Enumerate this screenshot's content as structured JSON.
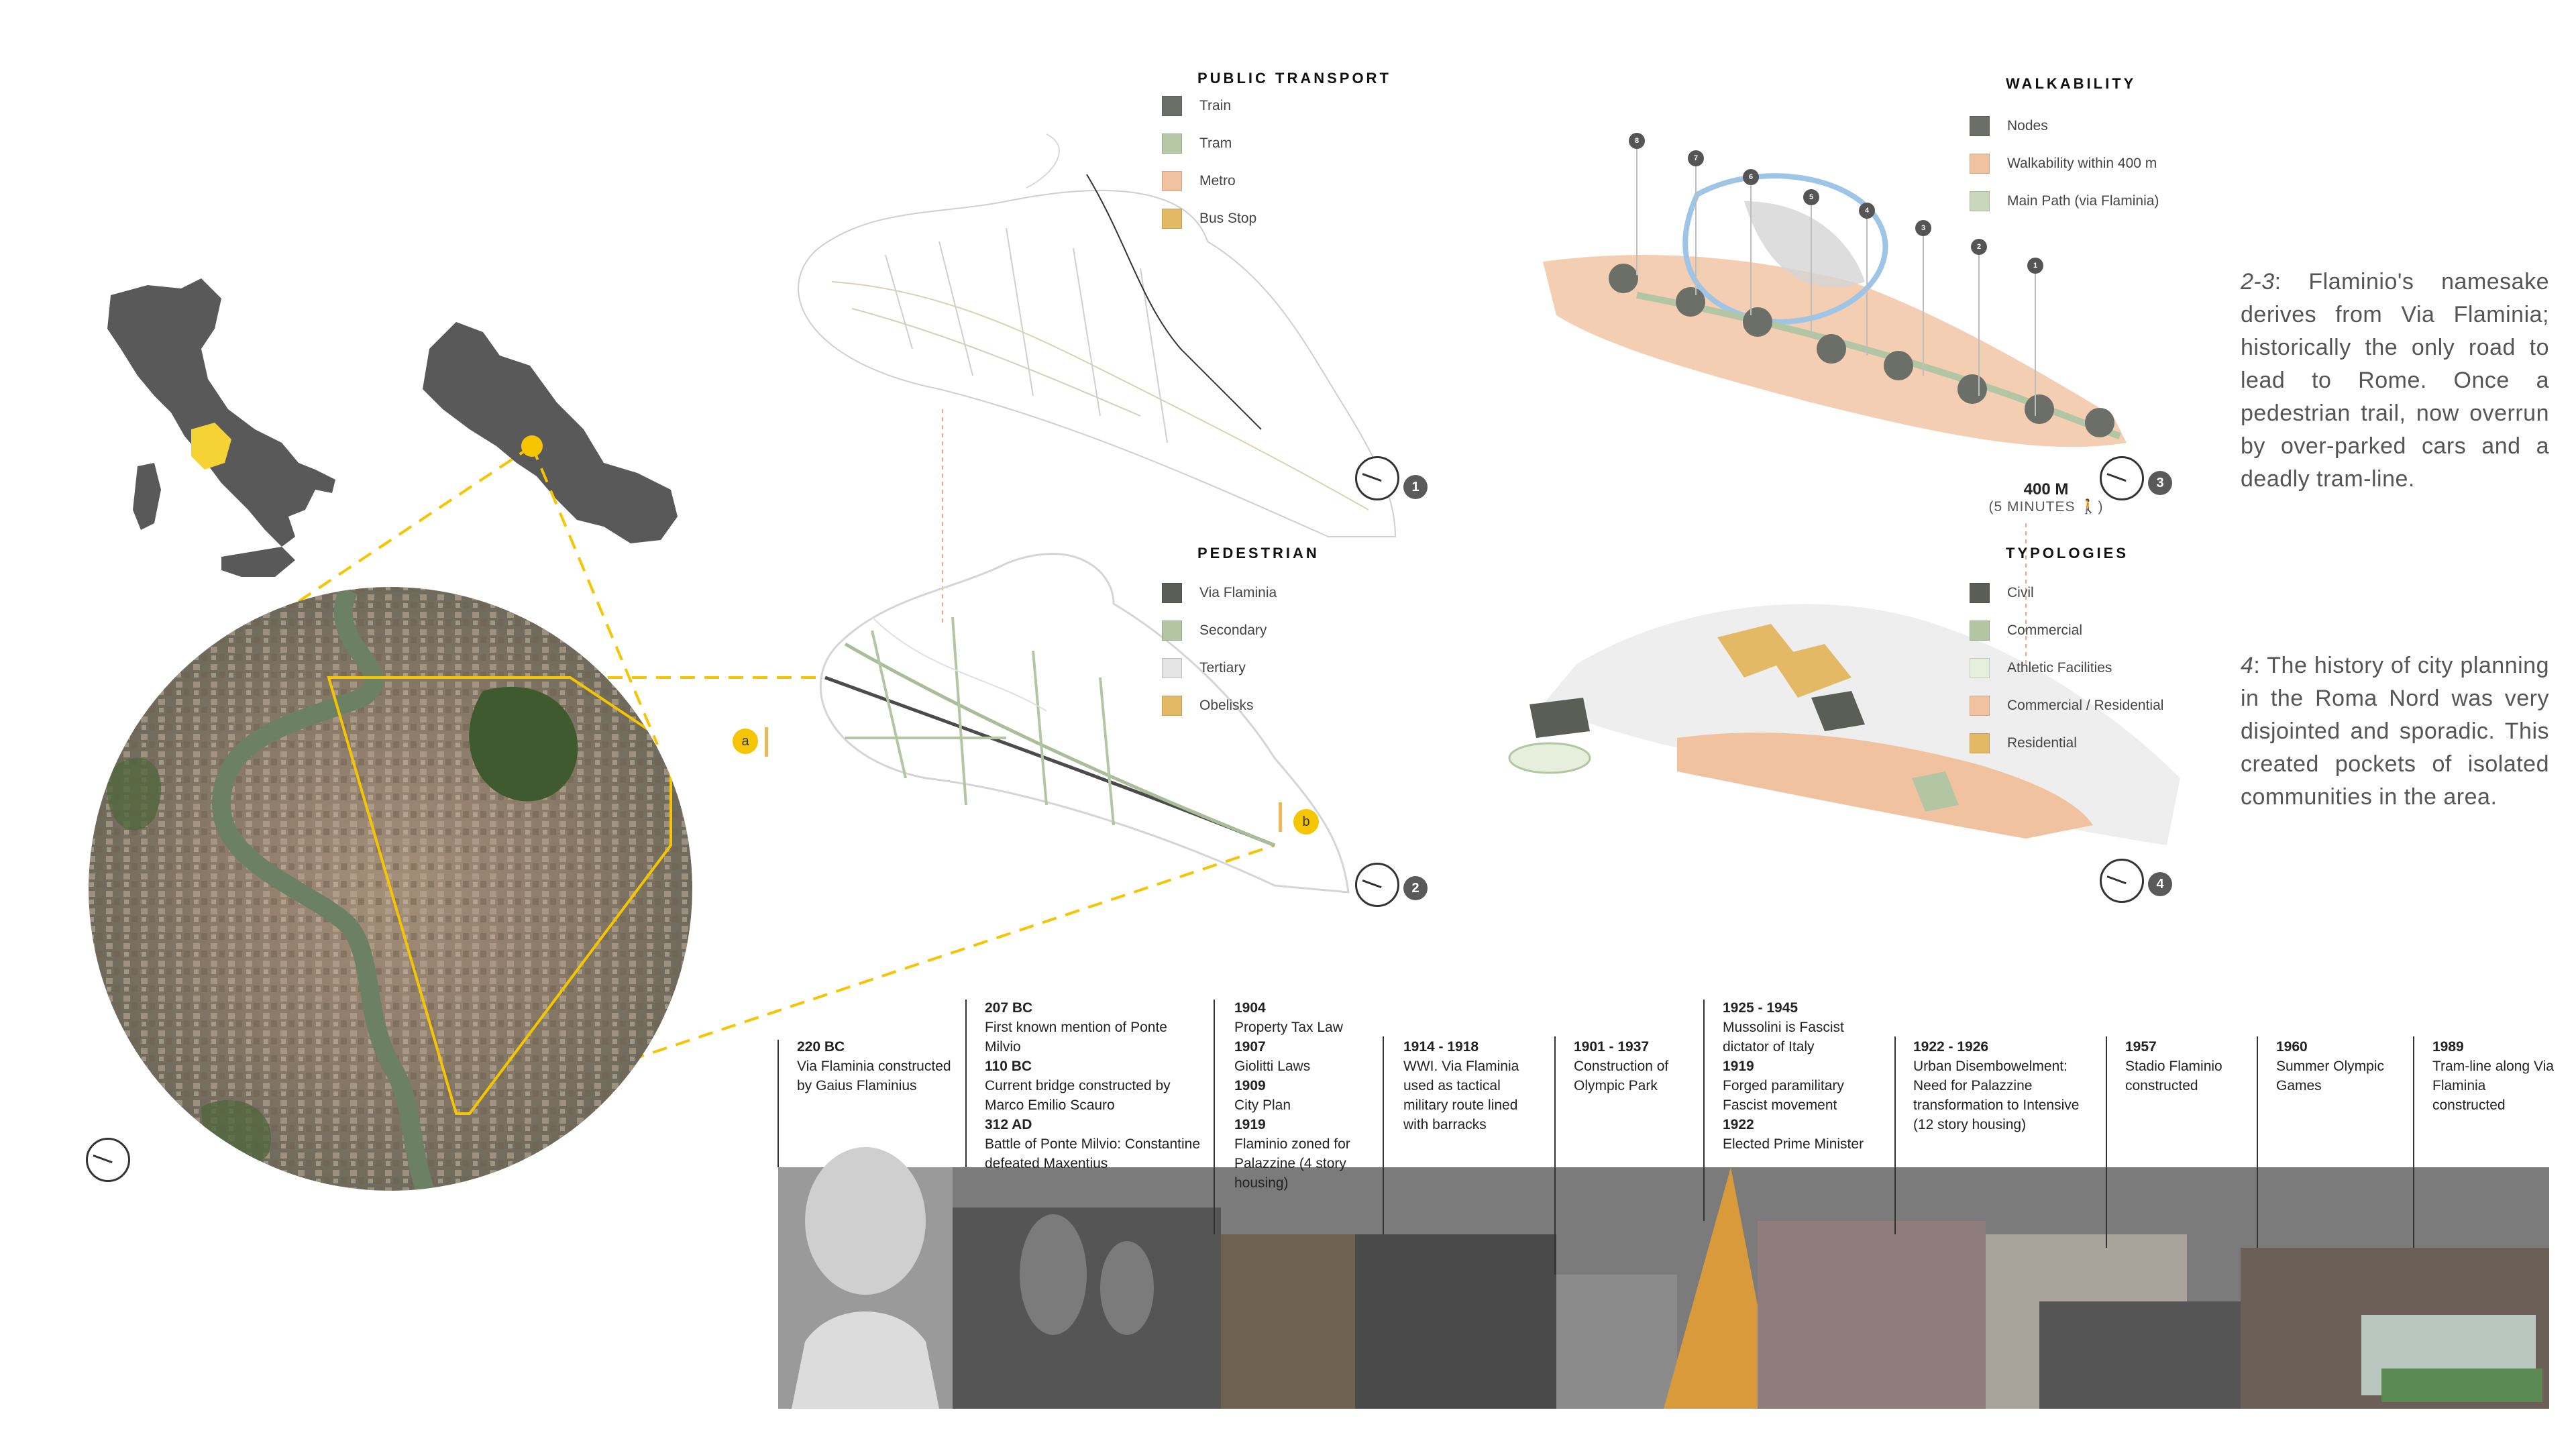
{
  "legends": {
    "public_transport": {
      "title": "PUBLIC TRANSPORT",
      "items": [
        {
          "label": "Train",
          "color": "#6b6f68"
        },
        {
          "label": "Tram",
          "color": "#b5c9a6"
        },
        {
          "label": "Metro",
          "color": "#f1c2a0"
        },
        {
          "label": "Bus Stop",
          "color": "#e3b965"
        }
      ]
    },
    "pedestrian": {
      "title": "PEDESTRIAN",
      "items": [
        {
          "label": "Via Flaminia",
          "color": "#5b5e57"
        },
        {
          "label": "Secondary",
          "color": "#b3c6a3"
        },
        {
          "label": "Tertiary",
          "color": "#e4e4e4"
        },
        {
          "label": "Obelisks",
          "color": "#e3b965"
        }
      ]
    },
    "walkability": {
      "title": "WALKABILITY",
      "items": [
        {
          "label": "Nodes",
          "color": "#6b6f68"
        },
        {
          "label": "Walkability within 400 m",
          "color": "#f1c2a0"
        },
        {
          "label": "Main Path (via Flaminia)",
          "color": "#c9d8bd"
        }
      ]
    },
    "typologies": {
      "title": "TYPOLOGIES",
      "items": [
        {
          "label": "Civil",
          "color": "#5b5e57"
        },
        {
          "label": "Commercial",
          "color": "#b3c6a3"
        },
        {
          "label": "Athletic Facilities",
          "color": "#e6efdc"
        },
        {
          "label": "Commercial / Residential",
          "color": "#f1c2a0"
        },
        {
          "label": "Residential",
          "color": "#e3b965"
        }
      ]
    }
  },
  "scale_numbers": [
    "1",
    "2",
    "3",
    "4"
  ],
  "callouts": {
    "a": "a",
    "b": "b"
  },
  "walk_distance": {
    "value": "400 M",
    "time": "(5 MINUTES"
  },
  "node_numbers": [
    "8",
    "7",
    "6",
    "5",
    "4",
    "3",
    "2",
    "1"
  ],
  "paragraphs": {
    "p1": {
      "lead": "2-3",
      "text": ": Flaminio's namesake derives from Via Flaminia; historically the only road to lead to Rome. Once a pedestrian trail, now overrun by over-parked cars and a deadly tram-line."
    },
    "p2": {
      "lead": "4",
      "text": ": The history of city planning in the Roma Nord was very disjointed and sporadic.  This created pockets of isolated communities in the area."
    }
  },
  "timeline": [
    {
      "entries": [
        {
          "year": "220 BC",
          "text": "Via Flaminia constructed by Gaius Flaminius"
        }
      ]
    },
    {
      "entries": [
        {
          "year": "207 BC",
          "text": "First known mention of Ponte Milvio"
        },
        {
          "year": "110 BC",
          "text": "Current bridge constructed by Marco Emilio Scauro"
        },
        {
          "year": "312 AD",
          "text": "Battle of Ponte Milvio: Constantine defeated Maxentius"
        }
      ]
    },
    {
      "entries": [
        {
          "year": "1904",
          "text": "Property Tax Law"
        },
        {
          "year": "1907",
          "text": "Giolitti Laws"
        },
        {
          "year": "1909",
          "text": "City Plan"
        },
        {
          "year": "1919",
          "text": "Flaminio zoned for Palazzine (4 story housing)"
        }
      ]
    },
    {
      "entries": [
        {
          "year": "1914 - 1918",
          "text": "WWI. Via Flaminia used as tactical military route lined with barracks"
        }
      ]
    },
    {
      "entries": [
        {
          "year": "1901 - 1937",
          "text": "Construction of Olympic Park"
        }
      ]
    },
    {
      "entries": [
        {
          "year": "1925 - 1945",
          "text": "Mussolini is Fascist dictator of Italy"
        },
        {
          "year": "1919",
          "text": "Forged paramilitary Fascist movement"
        },
        {
          "year": "1922",
          "text": "Elected Prime Minister"
        }
      ]
    },
    {
      "entries": [
        {
          "year": "1922 - 1926",
          "text": "Urban Disembowelment: Need for Palazzine transformation to Intensive (12 story housing)"
        }
      ]
    },
    {
      "entries": [
        {
          "year": "1957",
          "text": "Stadio Flaminio constructed"
        }
      ]
    },
    {
      "entries": [
        {
          "year": "1960",
          "text": "Summer Olympic Games"
        }
      ]
    },
    {
      "entries": [
        {
          "year": "1989",
          "text": "Tram-line along Via Flaminia constructed"
        }
      ]
    }
  ],
  "colors": {
    "accent_yellow": "#f4c500",
    "map_dark": "#595959",
    "highlight_region": "#f6d335"
  }
}
